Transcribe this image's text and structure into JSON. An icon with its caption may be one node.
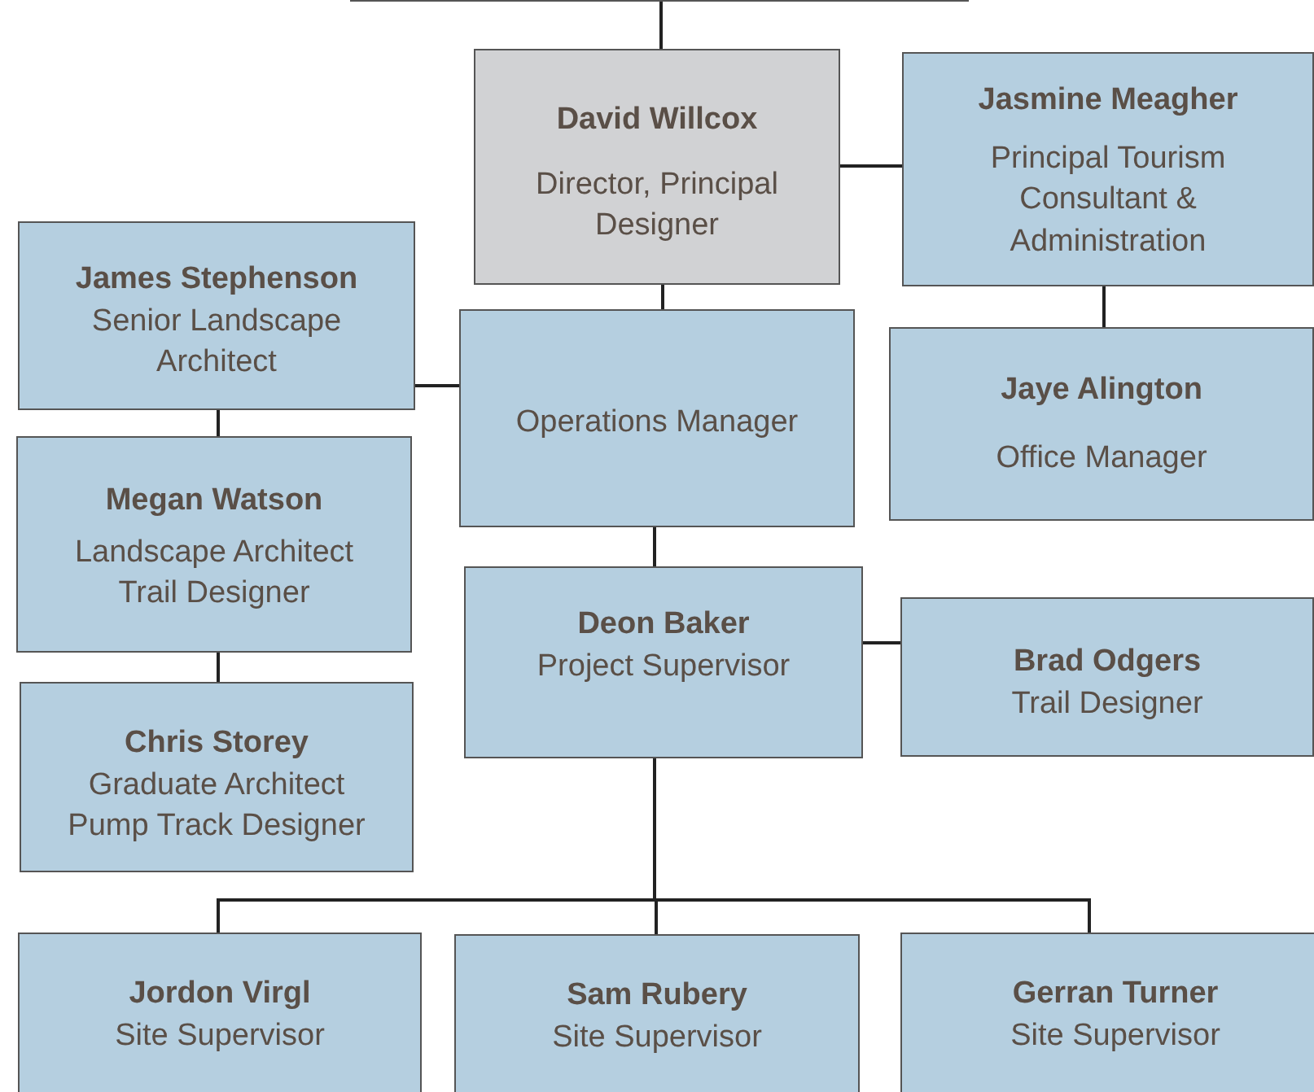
{
  "diagram": {
    "nodes": [
      {
        "text": [],
        "shape": "box"
      },
      {
        "text": [
          "David Willcox",
          "Director, Principal Designer"
        ]
      },
      {
        "text": [
          "Jasmine Meagher",
          "Principal Tourism Consultant & Administration"
        ]
      },
      {
        "text": [
          "James Stephenson",
          "Senior Landscape Architect"
        ]
      },
      {
        "text": [
          "Operations Manager"
        ]
      },
      {
        "text": [
          "Jaye Alington",
          "Office Manager"
        ]
      },
      {
        "text": [
          "Megan Watson",
          "Landscape Architect Trail Designer"
        ]
      },
      {
        "text": [
          "Deon Baker",
          "Project Supervisor"
        ]
      },
      {
        "text": [
          "Brad Odgers",
          "Trail Designer"
        ]
      },
      {
        "text": [
          "Chris Storey",
          "Graduate Architect Pump Track Designer"
        ]
      },
      {
        "text": [
          "Jordon Virgl",
          "Site Supervisor"
        ]
      },
      {
        "text": [
          "Sam Rubery",
          "Site Supervisor"
        ]
      },
      {
        "text": [
          "Gerran Turner",
          "Site Supervisor"
        ]
      }
    ],
    "edges": [
      {
        "from": 0,
        "to": 1,
        "arrow": "none"
      },
      {
        "from": 1,
        "to": 2,
        "arrow": "none"
      },
      {
        "from": 2,
        "to": 5,
        "arrow": "none"
      },
      {
        "from": 1,
        "to": 4,
        "arrow": "none"
      },
      {
        "from": 4,
        "to": 3,
        "arrow": "none"
      },
      {
        "from": 3,
        "to": 6,
        "arrow": "none"
      },
      {
        "from": 6,
        "to": 9,
        "arrow": "none"
      },
      {
        "from": 4,
        "to": 7,
        "arrow": "none"
      },
      {
        "from": 7,
        "to": 8,
        "arrow": "none"
      },
      {
        "from": 7,
        "to": 10,
        "arrow": "none"
      },
      {
        "from": 7,
        "to": 11,
        "arrow": "none"
      },
      {
        "from": 7,
        "to": 12,
        "arrow": "none"
      }
    ]
  }
}
